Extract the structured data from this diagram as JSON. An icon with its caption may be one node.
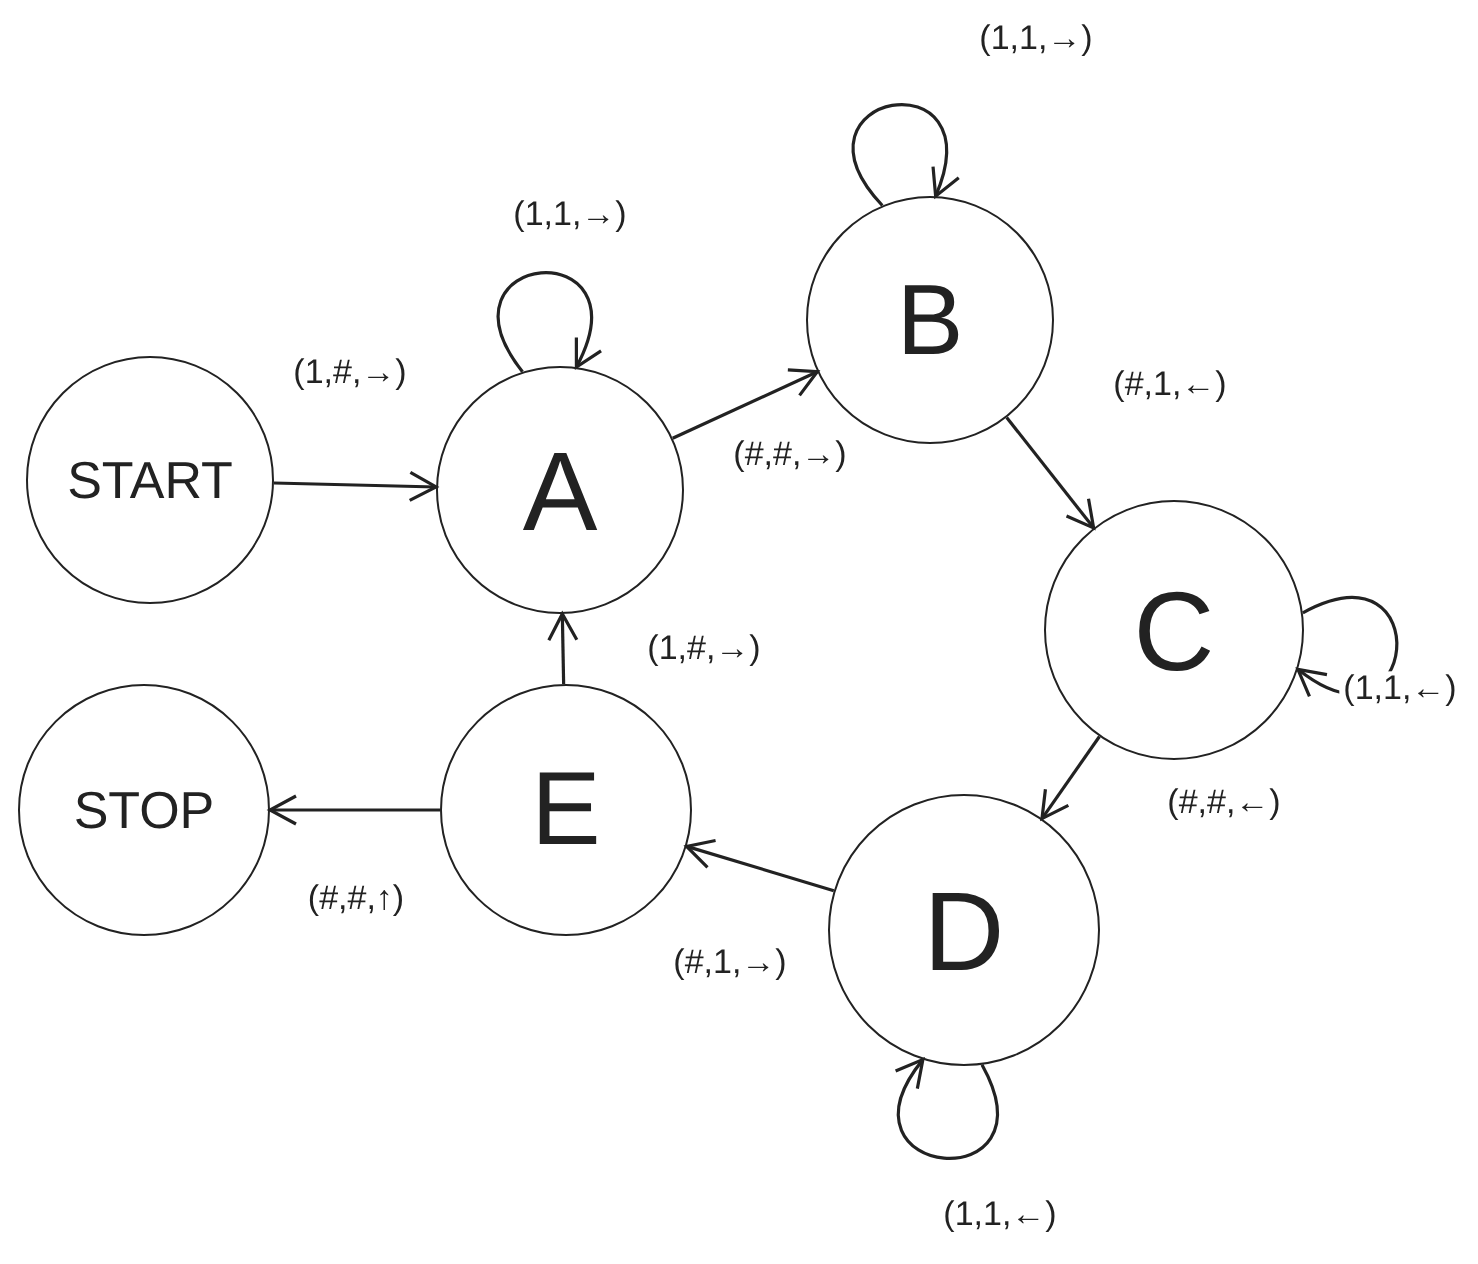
{
  "diagram": {
    "nodes": [
      {
        "text": [
          "START"
        ]
      },
      {
        "text": [
          "A"
        ]
      },
      {
        "text": [
          "B"
        ]
      },
      {
        "text": [
          "C"
        ]
      },
      {
        "text": [
          "D"
        ]
      },
      {
        "text": [
          "E"
        ]
      },
      {
        "text": [
          "STOP"
        ]
      }
    ],
    "edges": [
      {
        "from": 0,
        "to": 1,
        "arrow": "to",
        "label": "(1,#,→)"
      },
      {
        "from": 1,
        "to": 1,
        "arrow": "to",
        "label": "(1,1,→)"
      },
      {
        "from": 1,
        "to": 2,
        "arrow": "to",
        "label": "(#,#,→)"
      },
      {
        "from": 2,
        "to": 2,
        "arrow": "to",
        "label": "(1,1,→)"
      },
      {
        "from": 2,
        "to": 3,
        "arrow": "to",
        "label": "(#,1,←)"
      },
      {
        "from": 3,
        "to": 3,
        "arrow": "to",
        "label": "(1,1,←)"
      },
      {
        "from": 3,
        "to": 4,
        "arrow": "to",
        "label": "(#,#,←)"
      },
      {
        "from": 4,
        "to": 4,
        "arrow": "to",
        "label": "(1,1,←)"
      },
      {
        "from": 4,
        "to": 5,
        "arrow": "to",
        "label": "(#,1,→)"
      },
      {
        "from": 5,
        "to": 1,
        "arrow": "to",
        "label": "(1,#,→)"
      },
      {
        "from": 5,
        "to": 6,
        "arrow": "to",
        "label": "(#,#,↑)"
      }
    ]
  }
}
